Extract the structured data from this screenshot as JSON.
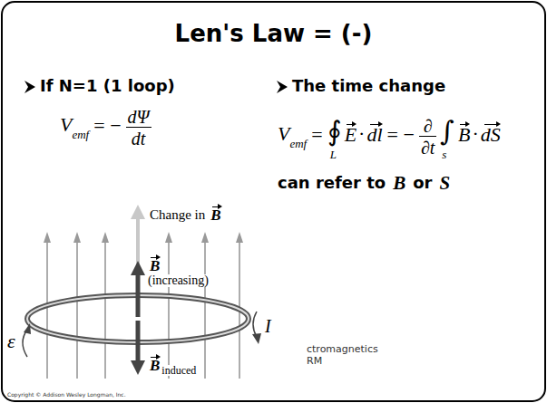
{
  "diagram": {
    "title": "Len's Law = (-)",
    "labels": [
      "If N=1 (1 loop)",
      "The time change",
      "V",
      "emf",
      "= −",
      "dΨ",
      "dt",
      "V",
      "emf",
      "=",
      "∮",
      "L",
      "E",
      "·",
      "dl",
      "= −",
      "∂",
      "∂t",
      "∫",
      "s",
      "B",
      "·",
      "dS",
      "can refer to",
      "B",
      "or",
      "S",
      "Change in",
      "B",
      "B",
      "(increasing)",
      "B",
      "induced",
      "ε",
      "I",
      "ctromagnetics",
      "RM",
      "Copyright © Addison Wesley Longman, Inc."
    ]
  }
}
